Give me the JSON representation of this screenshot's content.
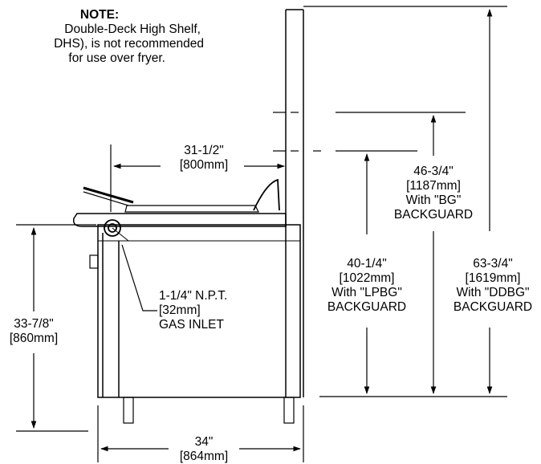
{
  "note": {
    "title": "NOTE:",
    "lines": [
      "Double-Deck High Shelf,",
      "DHS), is not recommended",
      "for use over fryer."
    ]
  },
  "dimensions": {
    "depth_top": {
      "imperial": "31-1/2\"",
      "metric": "[800mm]"
    },
    "bg_height": {
      "imperial": "46-3/4\"",
      "metric": "[1187mm]",
      "line3": "With \"BG\"",
      "line4": "BACKGUARD"
    },
    "lpbg_height": {
      "imperial": "40-1/4\"",
      "metric": "[1022mm]",
      "line3": "With \"LPBG\"",
      "line4": "BACKGUARD"
    },
    "ddbg_height": {
      "imperial": "63-3/4\"",
      "metric": "[1619mm]",
      "line3": "With \"DDBG\"",
      "line4": "BACKGUARD"
    },
    "work_height": {
      "imperial": "33-7/8\"",
      "metric": "[860mm]"
    },
    "width_bottom": {
      "imperial": "34\"",
      "metric": "[864mm]"
    }
  },
  "gas_inlet": {
    "line1": "1-1/4\" N.P.T.",
    "line2": "[32mm]",
    "line3": "GAS INLET"
  }
}
